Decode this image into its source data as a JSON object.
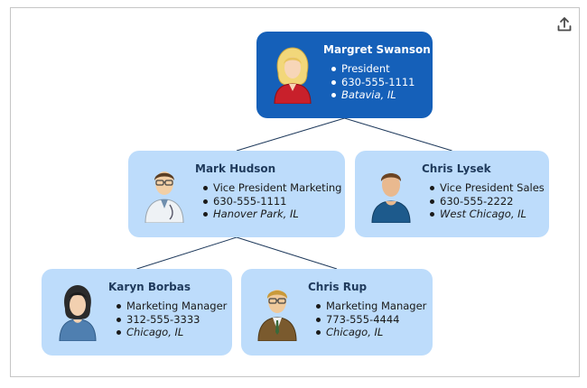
{
  "toolbar": {
    "export_icon": "export-icon"
  },
  "colors": {
    "root_fill": "#1560b9",
    "node_fill": "#bddcfb",
    "connector": "#1f3a5c"
  },
  "nodes": [
    {
      "name": "Margret Swanson",
      "title": "President",
      "phone": "630-555-1111",
      "location": "Batavia, IL",
      "avatar": "female-blonde-avatar-icon"
    },
    {
      "name": "Mark Hudson",
      "title": "Vice President Marketing",
      "phone": "630-555-1111",
      "location": "Hanover Park, IL",
      "avatar": "male-doctor-avatar-icon"
    },
    {
      "name": "Chris Lysek",
      "title": "Vice President Sales",
      "phone": "630-555-2222",
      "location": "West Chicago, IL",
      "avatar": "male-casual-avatar-icon"
    },
    {
      "name": "Karyn Borbas",
      "title": "Marketing Manager",
      "phone": "312-555-3333",
      "location": "Chicago, IL",
      "avatar": "female-dark-hair-avatar-icon"
    },
    {
      "name": "Chris Rup",
      "title": "Marketing Manager",
      "phone": "773-555-4444",
      "location": "Chicago, IL",
      "avatar": "male-suit-avatar-icon"
    }
  ],
  "edges": [
    {
      "from": 0,
      "to": 1
    },
    {
      "from": 0,
      "to": 2
    },
    {
      "from": 1,
      "to": 3
    },
    {
      "from": 1,
      "to": 4
    }
  ]
}
